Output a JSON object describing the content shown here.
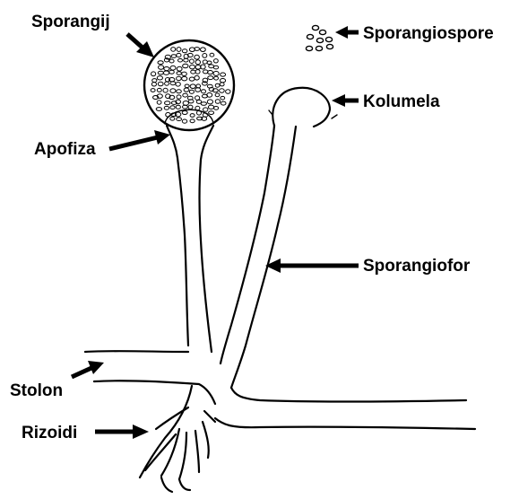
{
  "labels": {
    "sporangij": "Sporangij",
    "sporangiospore": "Sporangiospore",
    "kolumela": "Kolumela",
    "apofiza": "Apofiza",
    "sporangiofor": "Sporangiofor",
    "stolon": "Stolon",
    "rizoidi": "Rizoidi"
  },
  "colors": {
    "ink": "#000000",
    "background": "#ffffff"
  }
}
